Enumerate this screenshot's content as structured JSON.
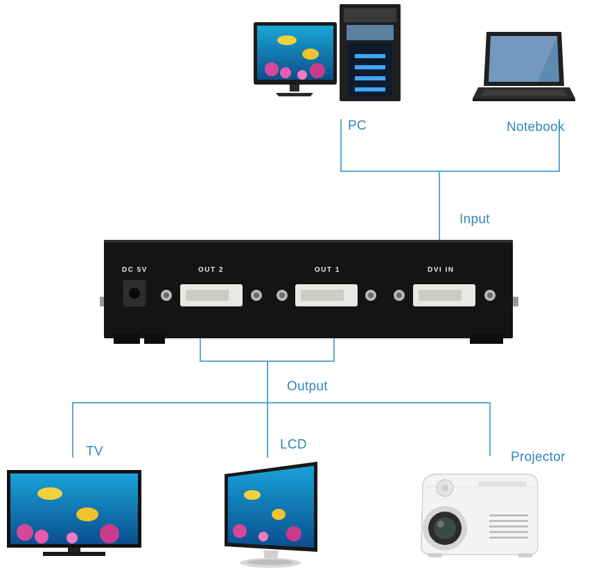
{
  "labels": {
    "pc": "PC",
    "notebook": "Notebook",
    "input": "Input",
    "output": "Output",
    "tv": "TV",
    "lcd": "LCD",
    "projector": "Projector"
  },
  "device_panel": {
    "dc": "DC 5V",
    "out2": "OUT 2",
    "out1": "OUT 1",
    "dvi_in": "DVI IN"
  },
  "colors": {
    "label": "#2f86b8",
    "wire": "#5aa9d6",
    "device_body": "#141414",
    "port_face": "#e9e9e4"
  },
  "icons": [
    "desktop-pc-icon",
    "notebook-icon",
    "tv-icon",
    "lcd-monitor-icon",
    "projector-icon",
    "dvi-splitter-icon"
  ]
}
